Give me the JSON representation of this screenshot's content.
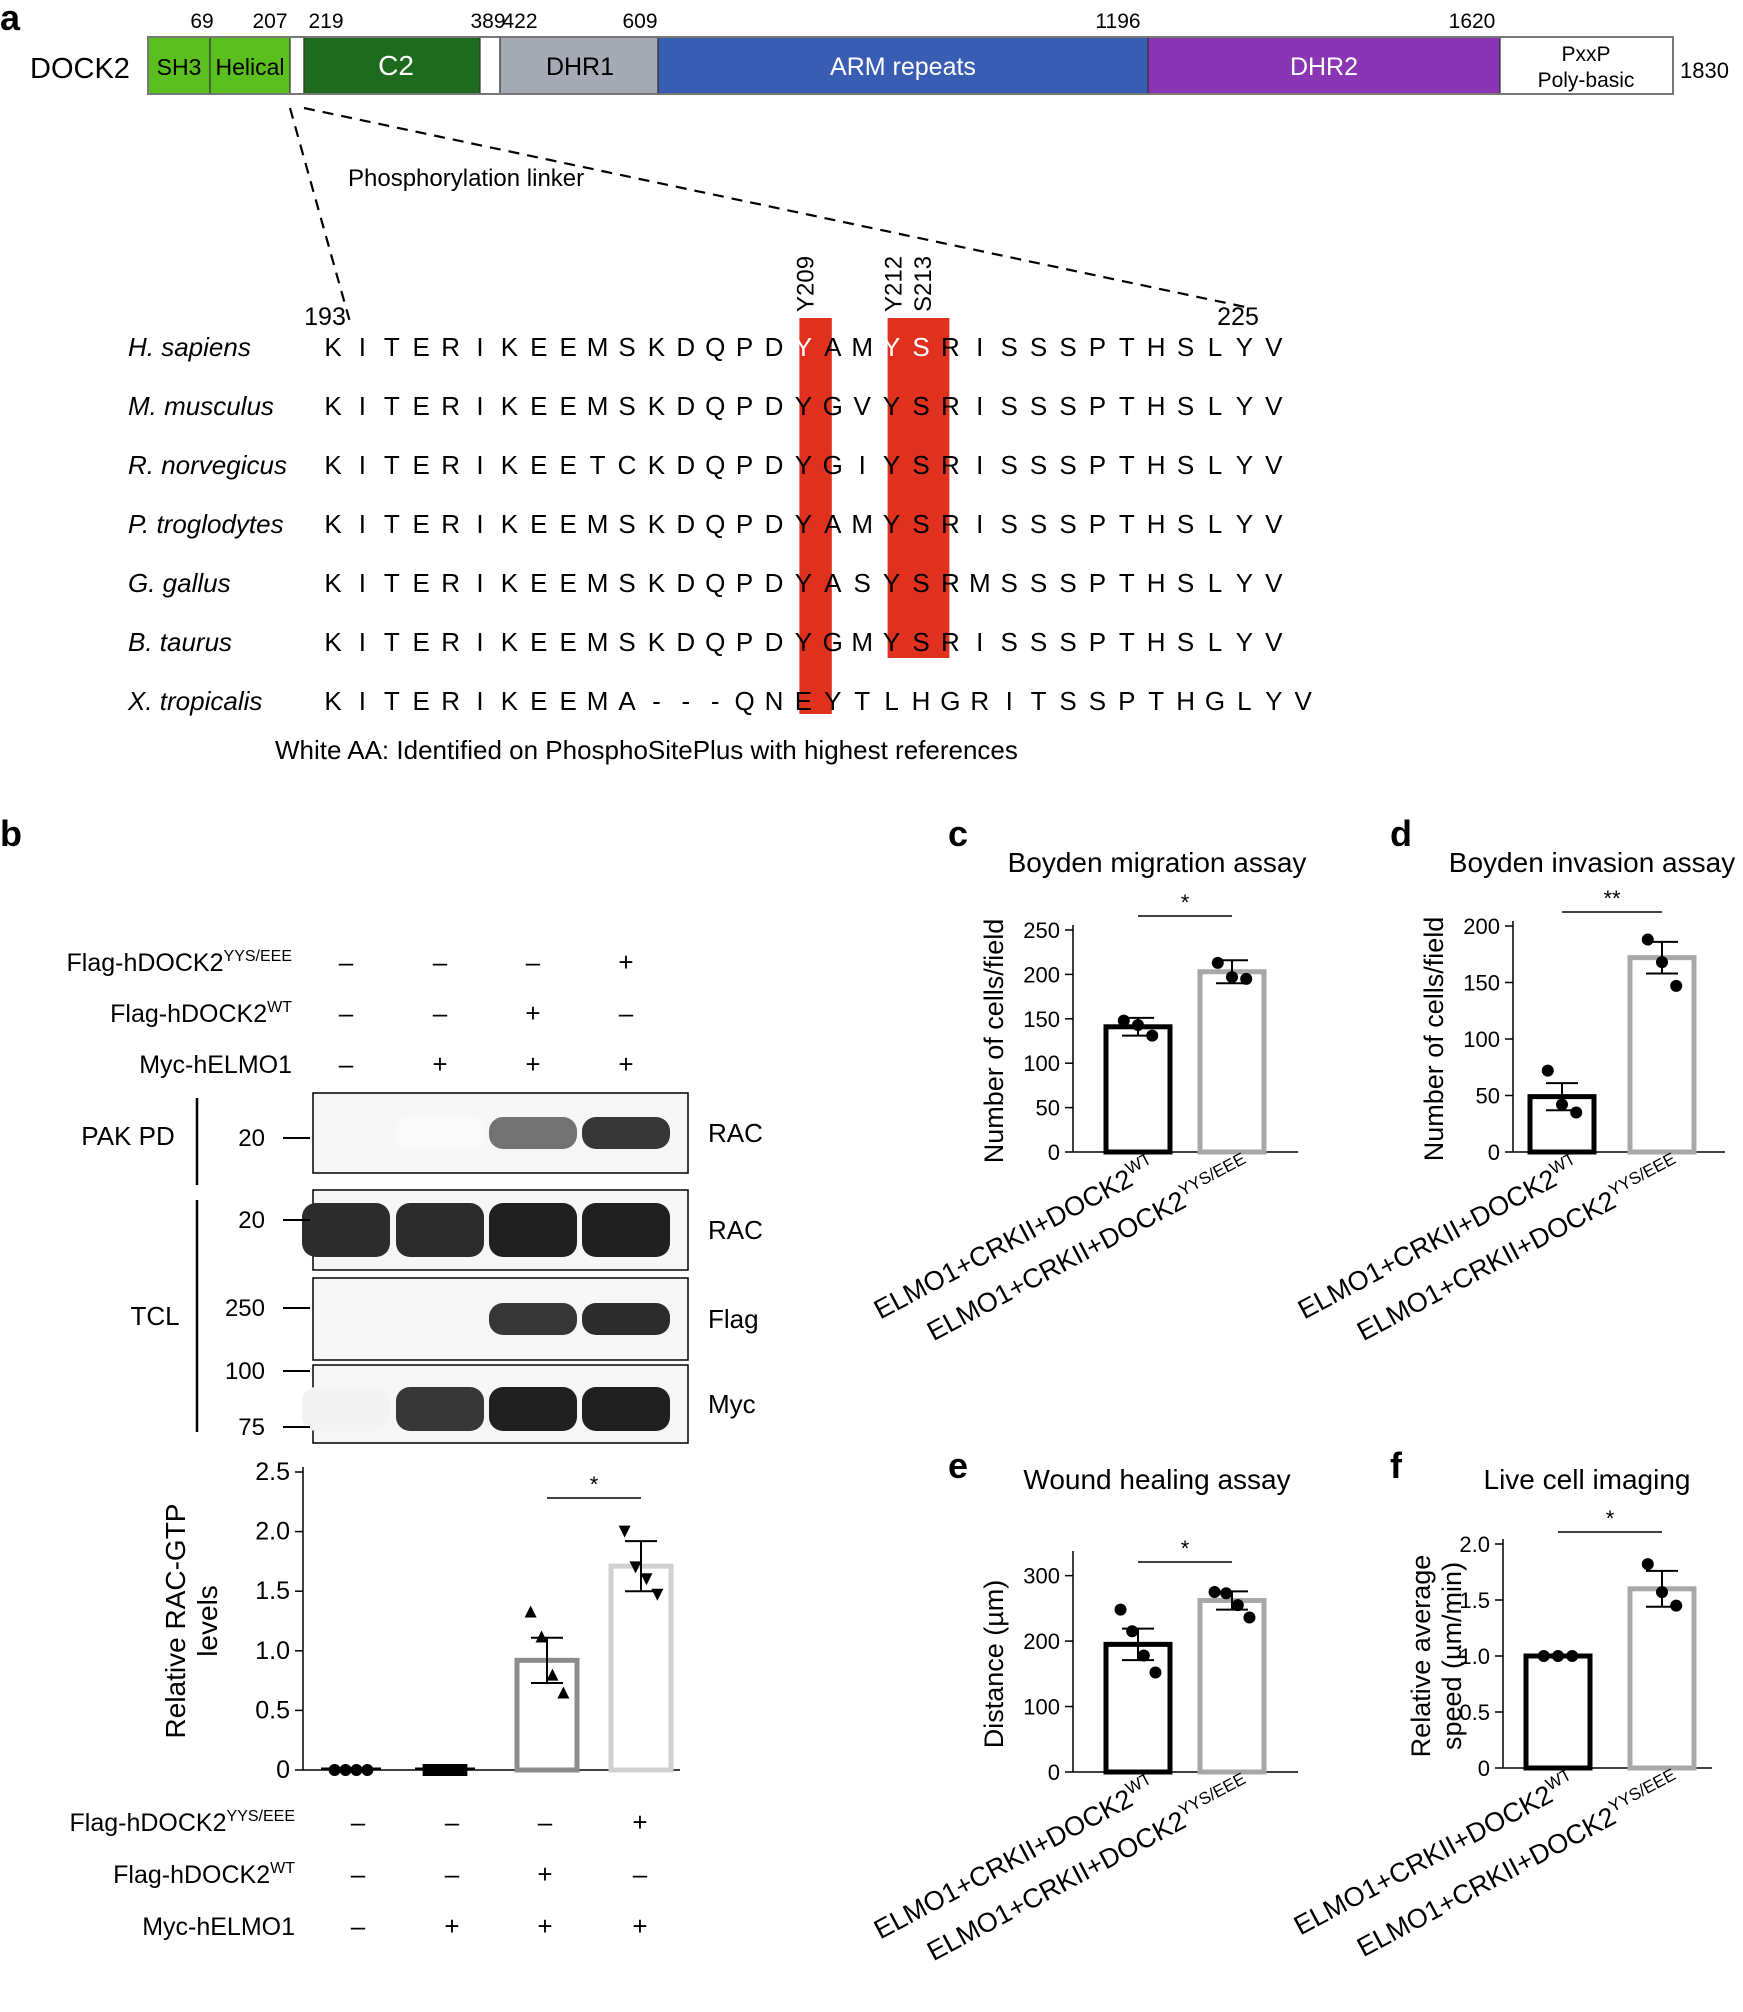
{
  "panel_letters": {
    "a": "a",
    "b": "b",
    "c": "c",
    "d": "d",
    "e": "e",
    "f": "f"
  },
  "domain_map": {
    "protein": "DOCK2",
    "total_length": "1830",
    "ticks": [
      "69",
      "207",
      "219",
      "389",
      "422",
      "609",
      "1196",
      "1620"
    ],
    "domains": [
      {
        "name": "SH3",
        "color": "#5bbf1f"
      },
      {
        "name": "Helical",
        "color": "#5bbf1f"
      },
      {
        "name": "",
        "color": "#ffffff"
      },
      {
        "name": "C2",
        "color": "#1e6b1e"
      },
      {
        "name": "",
        "color": "#ffffff"
      },
      {
        "name": "DHR1",
        "color": "#a6aab4"
      },
      {
        "name": "ARM repeats",
        "color": "#3a5db4"
      },
      {
        "name": "DHR2",
        "color": "#8a35b4"
      },
      {
        "name": "PxxP",
        "name2": "Poly-basic",
        "color": "#ffffff"
      }
    ],
    "linker_label": "Phosphorylation linker"
  },
  "alignment": {
    "start": "193",
    "end": "225",
    "site_labels": [
      "Y209",
      "Y212",
      "S213"
    ],
    "rows": [
      {
        "species": "H. sapiens",
        "seq": "KITERIKEEMSKDQPDYAMYSRISSSPTHSLYV"
      },
      {
        "species": "M. musculus",
        "seq": "KITERIKEEMSKDQPDYGVYSRISSSPTHSLYV"
      },
      {
        "species": "R. norvegicus",
        "seq": "KITERIKEETCKDQPDYGIYSRISSSPTHSLYV"
      },
      {
        "species": "P. troglodytes",
        "seq": "KITERIKEEMSKDQPDYAMYSRISSSPTHSLYV"
      },
      {
        "species": "G. gallus",
        "seq": "KITERIKEEMSKDQPDYASYSRMSSSPTHSLYV"
      },
      {
        "species": "B. taurus",
        "seq": "KITERIKEEMSKDQPDYGMYSRISSSPTHSLYV"
      },
      {
        "species": "X. tropicalis",
        "seq": "KITERIKEEMA---QNEYTLHGRITSSPTHGLYV"
      }
    ],
    "highlight_color": "#e0301e",
    "footnote": "White AA: Identified on PhosphoSitePlus with highest references"
  },
  "blot": {
    "row_labels": [
      {
        "base": "Flag-hDOCK2",
        "sup": "YYS/EEE",
        "signs": [
          "–",
          "–",
          "–",
          "+"
        ]
      },
      {
        "base": "Flag-hDOCK2",
        "sup": "WT",
        "signs": [
          "–",
          "–",
          "+",
          "–"
        ]
      },
      {
        "base": "Myc-hELMO1",
        "sup": "",
        "signs": [
          "–",
          "+",
          "+",
          "+"
        ]
      }
    ],
    "group_labels": {
      "pak": "PAK PD",
      "tcl": "TCL"
    },
    "strips": [
      {
        "name": "RAC",
        "mw": [
          "20"
        ],
        "intensity": [
          0,
          0.02,
          0.6,
          0.85
        ]
      },
      {
        "name": "RAC",
        "mw": [
          "20"
        ],
        "intensity": [
          0.9,
          0.9,
          0.95,
          0.95
        ]
      },
      {
        "name": "Flag",
        "mw": [
          "250"
        ],
        "intensity": [
          0,
          0,
          0.85,
          0.9
        ]
      },
      {
        "name": "Myc",
        "mw": [
          "100",
          "75"
        ],
        "intensity": [
          0.05,
          0.85,
          0.95,
          0.95
        ]
      }
    ]
  },
  "chart_data": [
    {
      "panel": "b",
      "type": "bar",
      "ylabel": "Relative RAC-GTP levels",
      "ylim": [
        0,
        2.5
      ],
      "yticks": [
        "0",
        "0.5",
        "1.0",
        "1.5",
        "2.0",
        "2.5"
      ],
      "yticks_values": [
        0,
        0.5,
        1.0,
        1.5,
        2.0,
        2.5
      ],
      "values": [
        0,
        0,
        0.92,
        1.71
      ],
      "errors": [
        0,
        0,
        0.19,
        0.21
      ],
      "points": [
        [
          0,
          0,
          0,
          0
        ],
        [
          0,
          0,
          0,
          0
        ],
        [
          1.33,
          1.12,
          0.8,
          0.65
        ],
        [
          2.0,
          1.7,
          1.6,
          1.47
        ]
      ],
      "marker": [
        "circle",
        "square",
        "triangle-up",
        "triangle-down"
      ],
      "bar_colors": [
        "#000000",
        "#000000",
        "#8c8c8c",
        "#d0d0d0"
      ],
      "significance": "*",
      "xrows": [
        {
          "base": "Flag-hDOCK2",
          "sup": "YYS/EEE",
          "signs": [
            "–",
            "–",
            "–",
            "+"
          ]
        },
        {
          "base": "Flag-hDOCK2",
          "sup": "WT",
          "signs": [
            "–",
            "–",
            "+",
            "–"
          ]
        },
        {
          "base": "Myc-hELMO1",
          "sup": "",
          "signs": [
            "–",
            "+",
            "+",
            "+"
          ]
        }
      ]
    },
    {
      "panel": "c",
      "type": "bar",
      "title": "Boyden migration assay",
      "ylabel": "Number of cells/field",
      "ylim": [
        0,
        250
      ],
      "yticks": [
        "0",
        "50",
        "100",
        "150",
        "200",
        "250"
      ],
      "yticks_values": [
        0,
        50,
        100,
        150,
        200,
        250
      ],
      "values": [
        141,
        203
      ],
      "errors": [
        10,
        13
      ],
      "points": [
        [
          148,
          143,
          131
        ],
        [
          213,
          197,
          195
        ]
      ],
      "significance": "*",
      "categories": [
        {
          "base": "ELMO1+CRKII+DOCK2",
          "sup": "WT"
        },
        {
          "base": "ELMO1+CRKII+DOCK2",
          "sup": "YYS/EEE"
        }
      ]
    },
    {
      "panel": "d",
      "type": "bar",
      "title": "Boyden invasion assay",
      "ylabel": "Number of cells/field",
      "ylim": [
        0,
        200
      ],
      "yticks": [
        "0",
        "50",
        "100",
        "150",
        "200"
      ],
      "yticks_values": [
        0,
        50,
        100,
        150,
        200
      ],
      "values": [
        49,
        172
      ],
      "errors": [
        12,
        14
      ],
      "points": [
        [
          72,
          42,
          35
        ],
        [
          188,
          168,
          147
        ]
      ],
      "significance": "**",
      "categories": [
        {
          "base": "ELMO1+CRKII+DOCK2",
          "sup": "WT"
        },
        {
          "base": "ELMO1+CRKII+DOCK2",
          "sup": "YYS/EEE"
        }
      ]
    },
    {
      "panel": "e",
      "type": "bar",
      "title": "Wound healing assay",
      "ylabel": "Distance (µm)",
      "ylim": [
        0,
        330
      ],
      "yticks": [
        "0",
        "100",
        "200",
        "300"
      ],
      "yticks_values": [
        0,
        100,
        200,
        300
      ],
      "values": [
        195,
        262
      ],
      "errors": [
        24,
        14
      ],
      "points": [
        [
          248,
          215,
          178,
          152
        ],
        [
          275,
          273,
          255,
          236
        ]
      ],
      "significance": "*",
      "categories": [
        {
          "base": "ELMO1+CRKII+DOCK2",
          "sup": "WT"
        },
        {
          "base": "ELMO1+CRKII+DOCK2",
          "sup": "YYS/EEE"
        }
      ]
    },
    {
      "panel": "f",
      "type": "bar",
      "title": "Live cell imaging",
      "ylabel": "Relative average speed (µm/min)",
      "ylim": [
        0,
        2.0
      ],
      "yticks": [
        "0",
        "0.5",
        "1.0",
        "1.5",
        "2.0"
      ],
      "yticks_values": [
        0,
        0.5,
        1.0,
        1.5,
        2.0
      ],
      "values": [
        1.0,
        1.6
      ],
      "errors": [
        0,
        0.16
      ],
      "points": [
        [
          1,
          1,
          1
        ],
        [
          1.82,
          1.57,
          1.45
        ]
      ],
      "significance": "*",
      "categories": [
        {
          "base": "ELMO1+CRKII+DOCK2",
          "sup": "WT"
        },
        {
          "base": "ELMO1+CRKII+DOCK2",
          "sup": "YYS/EEE"
        }
      ]
    }
  ]
}
